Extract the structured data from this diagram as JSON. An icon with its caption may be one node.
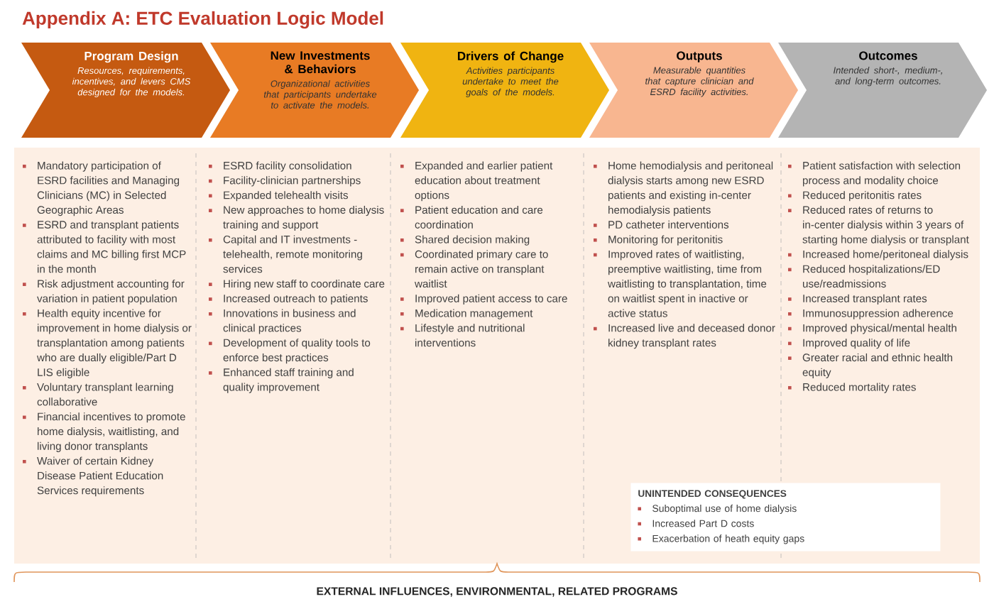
{
  "diagram": {
    "title": "Appendix A:   ETC Evaluation Logic Model",
    "nodes": [
      {
        "text": [
          "Program Design",
          "Resources, requirements, incentives, and levers CMS designed for the models."
        ]
      },
      {
        "text": [
          "New Investments & Behaviors",
          "Organizational activities that participants undertake to activate the models."
        ]
      },
      {
        "text": [
          "Drivers of Change",
          "Activities participants undertake to meet the goals of the models."
        ]
      },
      {
        "text": [
          "Outputs",
          "Measurable quantities that capture clinician and ESRD facility activities."
        ]
      },
      {
        "text": [
          "Outcomes",
          "Intended short-, medium-, and long-term outcomes."
        ]
      },
      {
        "text": [
          "UNINTENDED CONSEQUENCES",
          "Suboptimal use of home dialysis",
          "Increased Part D costs",
          "Exacerbation of heath equity gaps"
        ]
      }
    ],
    "labels": [
      "Mandatory participation of ESRD facilities and Managing Clinicians (MC) in Selected Geographic Areas",
      "ESRD and transplant patients attributed to facility with most claims and MC billing first MCP in the month",
      "Risk adjustment accounting for variation in patient population",
      "Health equity incentive for improvement in home dialysis or transplantation among patients who are dually eligible/Part D LIS eligible",
      "Voluntary transplant learning collaborative",
      "Financial incentives to promote home dialysis, waitlisting, and living donor transplants",
      "Waiver of certain Kidney Disease Patient Education Services requirements",
      "ESRD facility consolidation",
      "Facility-clinician partnerships",
      "Expanded telehealth visits",
      "New approaches to home dialysis training and support",
      "Capital and IT investments - telehealth, remote monitoring services",
      "Hiring new staff to coordinate care",
      "Increased outreach to patients",
      "Innovations in business and clinical practices",
      "Development of quality tools to enforce best practices",
      "Enhanced staff training and quality improvement",
      "Expanded and earlier patient education about treatment options",
      "Patient education and care coordination",
      "Shared decision making",
      "Coordinated primary care to remain active on transplant waitlist",
      "Improved patient access to care",
      "Medication management",
      "Lifestyle and nutritional interventions",
      "Home hemodialysis and peritoneal dialysis starts among new ESRD patients and existing in-center hemodialysis patients",
      "PD catheter interventions",
      "Monitoring for peritonitis",
      "Improved rates of waitlisting, preemptive waitlisting, time from waitlisting to transplantation, time on waitlist spent in inactive or active status",
      "Increased live and deceased donor kidney transplant rates",
      "Patient satisfaction with selection process and modality choice",
      "Reduced peritonitis rates",
      "Reduced rates of returns to in-center dialysis within 3 years of starting home dialysis or transplant",
      "Increased home/peritoneal dialysis",
      "Reduced hospitalizations/ED use/readmissions",
      "Increased transplant rates",
      "Immunosuppression adherence",
      "Improved physical/mental health",
      "Improved quality of life",
      "Greater racial and ethnic health equity",
      "Reduced mortality rates",
      "EXTERNAL INFLUENCES, ENVIRONMENTAL, RELATED PROGRAMS"
    ]
  }
}
